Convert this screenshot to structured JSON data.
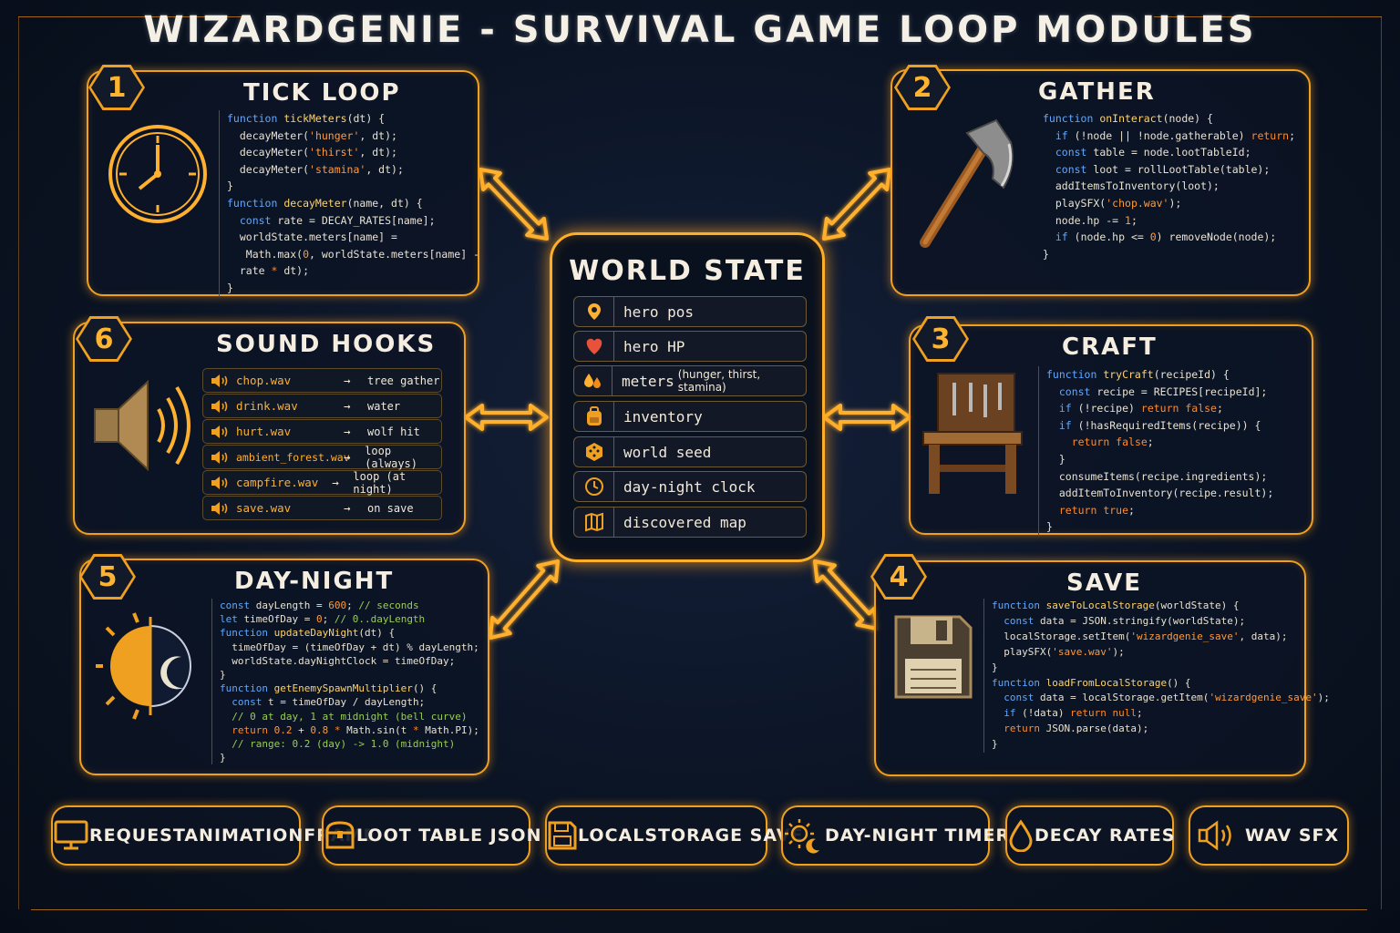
{
  "title": "WIZARDGENIE - SURVIVAL GAME LOOP MODULES",
  "world_state": {
    "title": "WORLD STATE",
    "items": [
      {
        "label": "hero pos",
        "sub": "",
        "icon": "map-pin-icon"
      },
      {
        "label": "hero HP",
        "sub": "",
        "icon": "heart-icon"
      },
      {
        "label": "meters",
        "sub": "(hunger, thirst, stamina)",
        "icon": "drops-icon"
      },
      {
        "label": "inventory",
        "sub": "",
        "icon": "backpack-icon"
      },
      {
        "label": "world seed",
        "sub": "",
        "icon": "dice-icon"
      },
      {
        "label": "day-night clock",
        "sub": "",
        "icon": "clock-icon"
      },
      {
        "label": "discovered map",
        "sub": "",
        "icon": "map-icon"
      }
    ]
  },
  "modules": {
    "tick": {
      "number": "1",
      "title": "TICK LOOP",
      "icon": "clock-icon",
      "code": [
        "function tickMeters(dt) {",
        "  decayMeter('hunger', dt);",
        "  decayMeter('thirst', dt);",
        "  decayMeter('stamina', dt);",
        "}",
        "function decayMeter(name, dt) {",
        "  const rate = DECAY_RATES[name];",
        "  worldState.meters[name] =",
        "   Math.max(0, worldState.meters[name] -",
        "  rate * dt);",
        "}"
      ]
    },
    "gather": {
      "number": "2",
      "title": "GATHER",
      "icon": "axe-icon",
      "code": [
        "function onInteract(node) {",
        "  if (!node || !node.gatherable) return;",
        "  const table = node.lootTableId;",
        "  const loot = rollLootTable(table);",
        "  addItemsToInventory(loot);",
        "  playSFX('chop.wav');",
        "  node.hp -= 1;",
        "  if (node.hp <= 0) removeNode(node);",
        "}"
      ]
    },
    "craft": {
      "number": "3",
      "title": "CRAFT",
      "icon": "workbench-icon",
      "code": [
        "function tryCraft(recipeId) {",
        "  const recipe = RECIPES[recipeId];",
        "  if (!recipe) return false;",
        "  if (!hasRequiredItems(recipe)) {",
        "    return false;",
        "  }",
        "  consumeItems(recipe.ingredients);",
        "  addItemToInventory(recipe.result);",
        "  return true;",
        "}"
      ]
    },
    "save": {
      "number": "4",
      "title": "SAVE",
      "icon": "floppy-disk-icon",
      "code": [
        "function saveToLocalStorage(worldState) {",
        "  const data = JSON.stringify(worldState);",
        "  localStorage.setItem('wizardgenie_save', data);",
        "  playSFX('save.wav');",
        "}",
        "function loadFromLocalStorage() {",
        "  const data = localStorage.getItem('wizardgenie_save');",
        "  if (!data) return null;",
        "  return JSON.parse(data);",
        "}"
      ]
    },
    "daynight": {
      "number": "5",
      "title": "DAY-NIGHT",
      "icon": "sun-moon-icon",
      "code": [
        "const dayLength = 600; // seconds",
        "let timeOfDay = 0; // 0..dayLength",
        "function updateDayNight(dt) {",
        "  timeOfDay = (timeOfDay + dt) % dayLength;",
        "  worldState.dayNightClock = timeOfDay;",
        "}",
        "function getEnemySpawnMultiplier() {",
        "  const t = timeOfDay / dayLength;",
        "  // 0 at day, 1 at midnight (bell curve)",
        "  return 0.2 + 0.8 * Math.sin(t * Math.PI);",
        "  // range: 0.2 (day) -> 1.0 (midnight)",
        "}"
      ]
    },
    "sound": {
      "number": "6",
      "title": "SOUND HOOKS",
      "icon": "speaker-icon",
      "rows": [
        {
          "file": "chop.wav",
          "arrow": "→",
          "target": "tree gather"
        },
        {
          "file": "drink.wav",
          "arrow": "→",
          "target": "water"
        },
        {
          "file": "hurt.wav",
          "arrow": "→",
          "target": "wolf hit"
        },
        {
          "file": "ambient_forest.wav",
          "arrow": "→",
          "target": "loop (always)"
        },
        {
          "file": "campfire.wav",
          "arrow": "→",
          "target": "loop (at night)"
        },
        {
          "file": "save.wav",
          "arrow": "→",
          "target": "on save"
        }
      ]
    }
  },
  "footer": [
    {
      "label": "REQUESTANIMATIONFRAME",
      "icon": "monitor-icon"
    },
    {
      "label": "LOOT TABLE JSON",
      "icon": "chest-icon"
    },
    {
      "label": "LOCALSTORAGE SAVE",
      "icon": "floppy-disk-icon"
    },
    {
      "label": "DAY-NIGHT TIMER",
      "icon": "sun-moon-icon"
    },
    {
      "label": "DECAY RATES",
      "icon": "drop-icon"
    },
    {
      "label": "WAV SFX",
      "icon": "speaker-icon"
    }
  ],
  "colors": {
    "accent": "#f0a020",
    "background": "#0b1424",
    "keyword": "#5fa8ff",
    "function": "#ffd36a",
    "string": "#ff9a3c",
    "comment": "#9acc55"
  }
}
